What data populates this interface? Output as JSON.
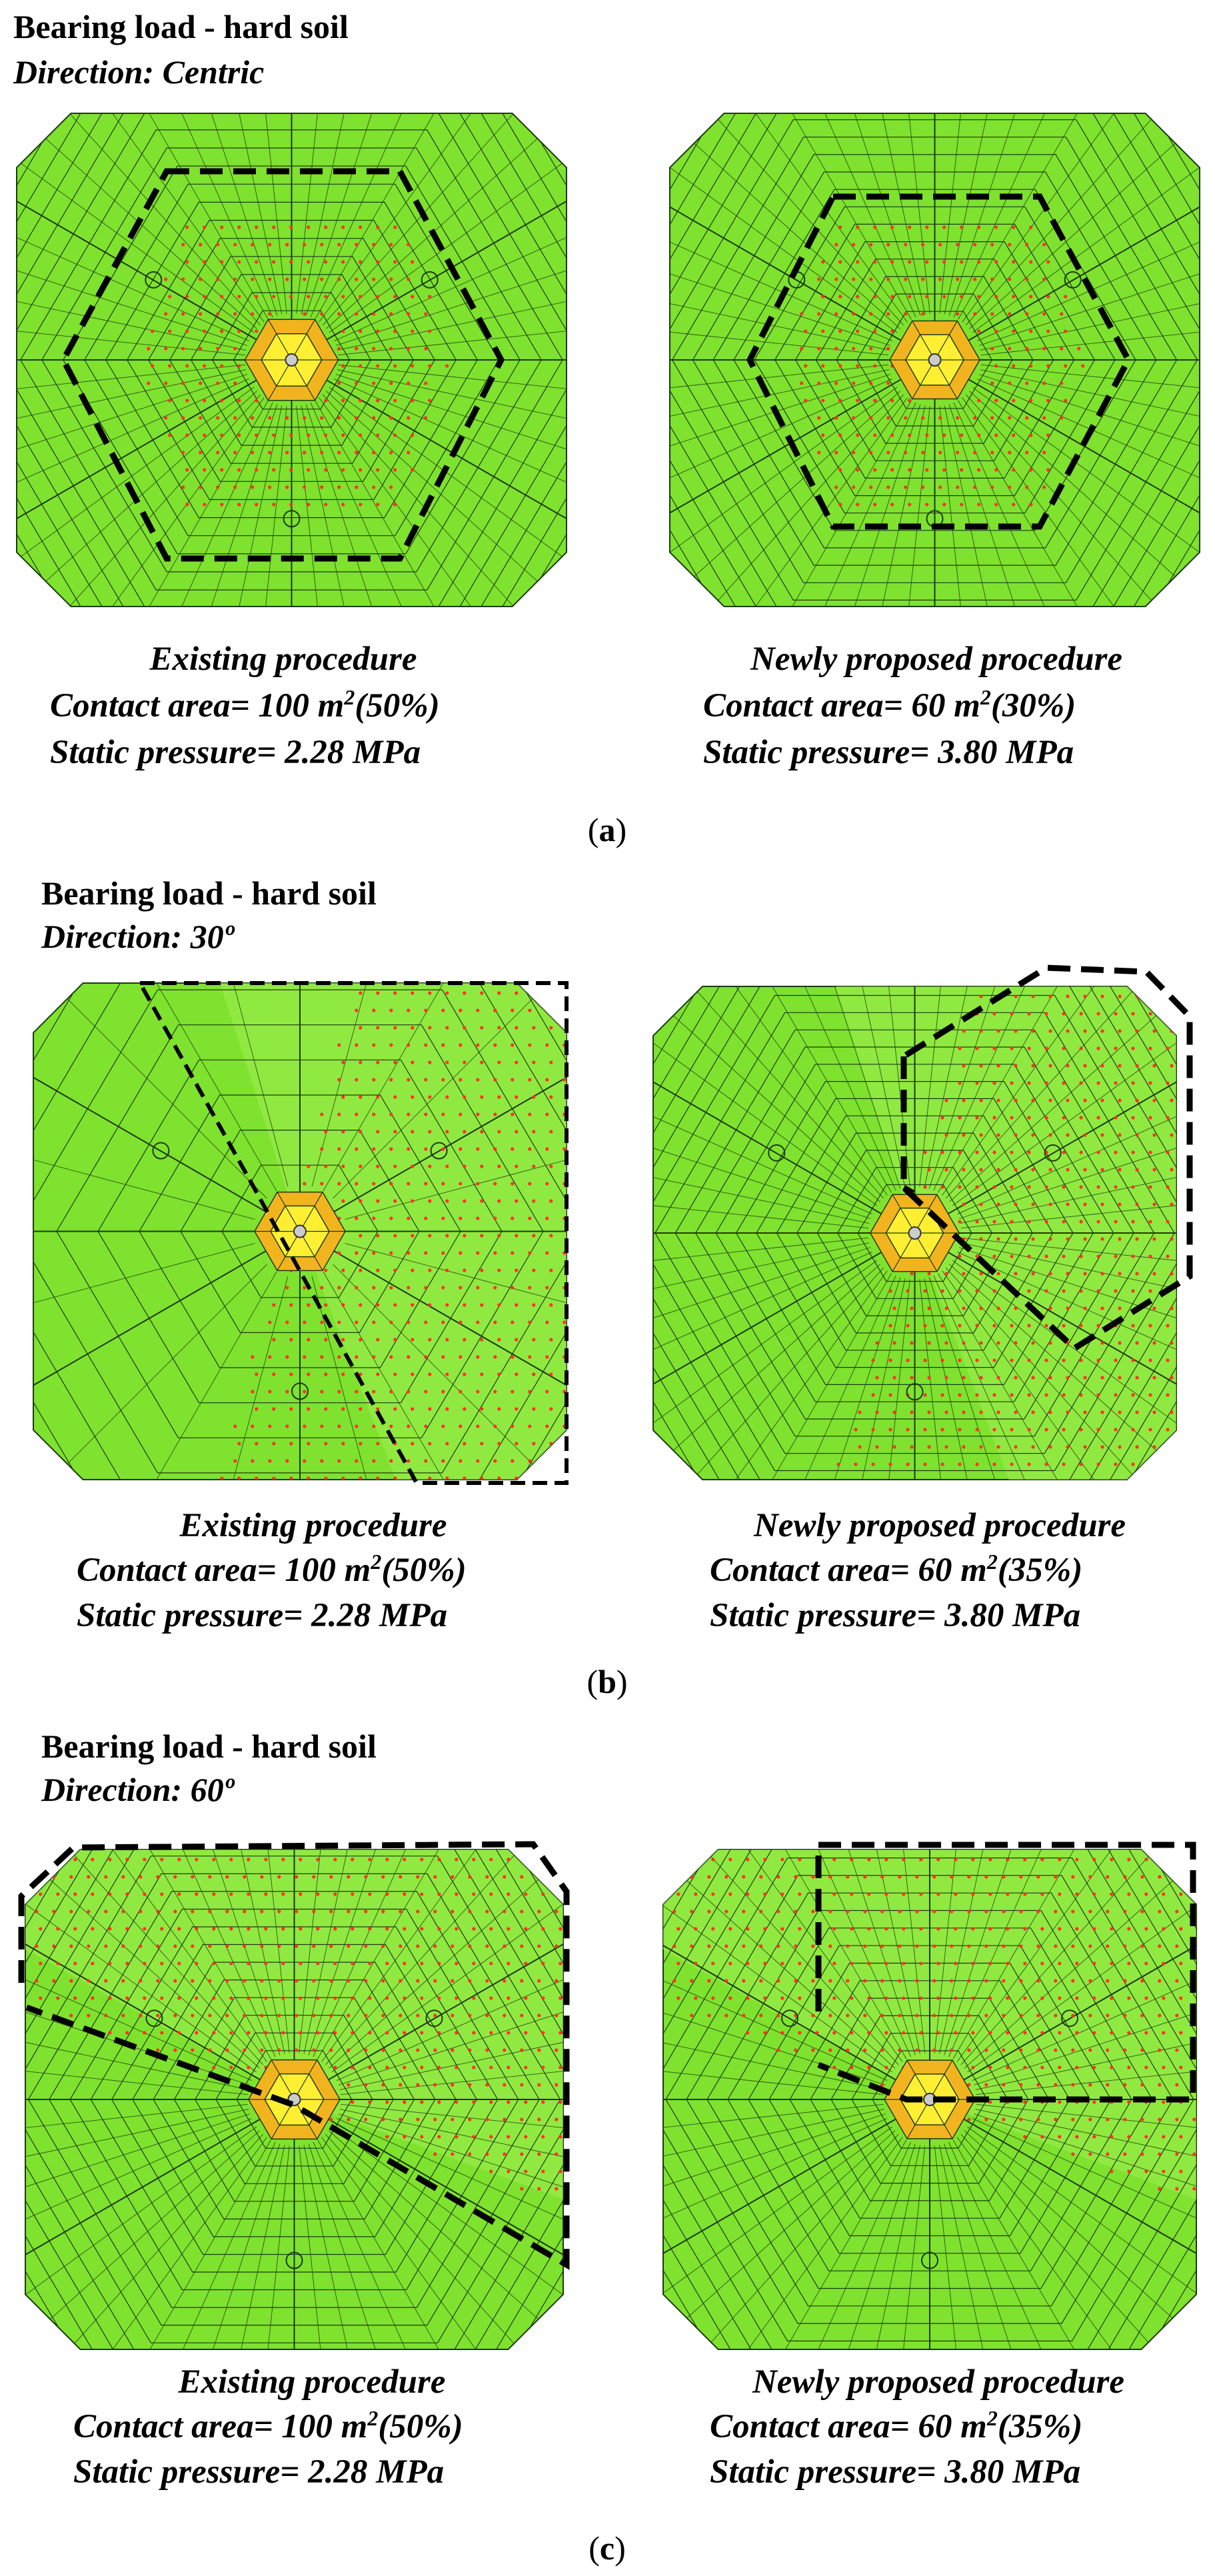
{
  "colors": {
    "mesh_fill": "#7ee22e",
    "mesh_fill_light": "#9cef4c",
    "mesh_line": "#1c3a10",
    "core_outer": "#f2b41e",
    "core_inner": "#ffef33",
    "contact_point": "#ff3322",
    "boundary_dash": "#000000"
  },
  "panels": [
    {
      "label_open": "(",
      "label": "a",
      "label_close": ")",
      "title": "Bearing load - hard soil",
      "direction": "Direction: Centric",
      "left": {
        "procedure": "Existing procedure",
        "contact_area": "Contact area= 100 m",
        "sup": "2",
        "contact_pct": "(50%)",
        "pressure": "Static pressure= 2.28 MPa"
      },
      "right": {
        "procedure": "Newly proposed procedure",
        "contact_area": "Contact area= 60 m",
        "sup": "2",
        "contact_pct": "(30%)",
        "pressure": "Static pressure= 3.80 MPa"
      }
    },
    {
      "label_open": "(",
      "label": "b",
      "label_close": ")",
      "title": "Bearing load - hard soil",
      "direction": "Direction: 30º",
      "left": {
        "procedure": "Existing procedure",
        "contact_area": "Contact area= 100 m",
        "sup": "2",
        "contact_pct": "(50%)",
        "pressure": "Static pressure= 2.28 MPa"
      },
      "right": {
        "procedure": "Newly proposed procedure",
        "contact_area": "Contact area= 60 m",
        "sup": "2",
        "contact_pct": "(35%)",
        "pressure": "Static pressure= 3.80 MPa"
      }
    },
    {
      "label_open": "(",
      "label": "c",
      "label_close": ")",
      "title": "Bearing load - hard soil",
      "direction": "Direction: 60º",
      "left": {
        "procedure": "Existing procedure",
        "contact_area": "Contact area= 100 m",
        "sup": "2",
        "contact_pct": "(50%)",
        "pressure": "Static pressure= 2.28 MPa"
      },
      "right": {
        "procedure": "Newly proposed procedure",
        "contact_area": "Contact area= 60 m",
        "sup": "2",
        "contact_pct": "(35%)",
        "pressure": "Static pressure= 3.80 MPa"
      }
    }
  ]
}
